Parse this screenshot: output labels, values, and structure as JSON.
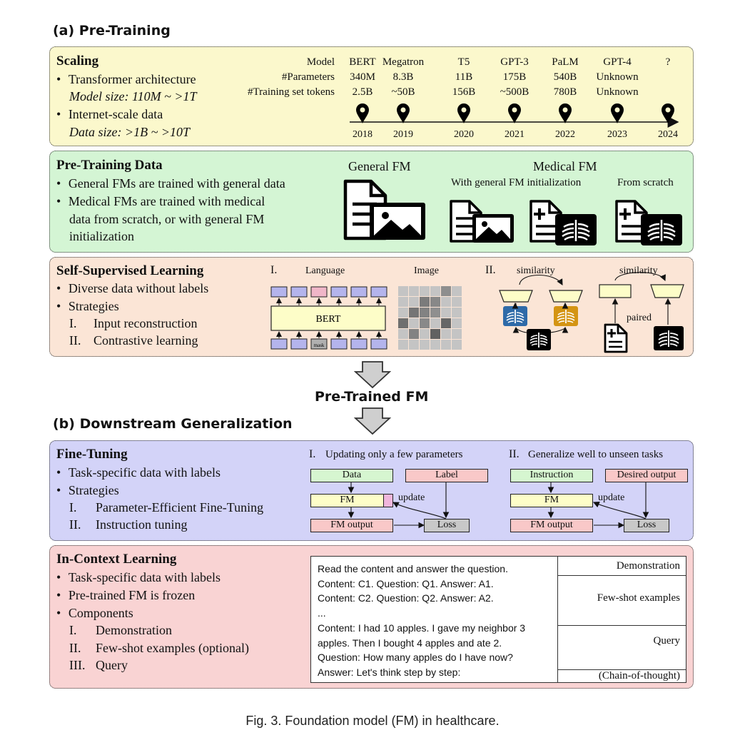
{
  "colors": {
    "yellow_panel": "#fbf8cc",
    "green_panel": "#d4f5d4",
    "orange_panel": "#fbe5d6",
    "blue_panel": "#d3d3f8",
    "pink_panel": "#f9d3d3",
    "token_blue": "#b4b4ec",
    "token_pink": "#f0b6c8",
    "xray_blue": "#2e6aa8",
    "xray_orange": "#d49413"
  },
  "pretraining": {
    "heading": "(a) Pre-Training",
    "scaling": {
      "title": "Scaling",
      "b1": "Transformer architecture",
      "b1_sub": "Model size: 110M ~ >1T",
      "b2": "Internet-scale data",
      "b2_sub": "Data size: >1B ~ >10T",
      "row_labels": [
        "Model",
        "#Parameters",
        "#Training set tokens"
      ],
      "models": [
        {
          "name": "BERT",
          "params": "340M",
          "tokens": "2.5B"
        },
        {
          "name": "Megatron",
          "params": "8.3B",
          "tokens": "~50B"
        },
        {
          "name": "T5",
          "params": "11B",
          "tokens": "156B"
        },
        {
          "name": "GPT-3",
          "params": "175B",
          "tokens": "~500B"
        },
        {
          "name": "PaLM",
          "params": "540B",
          "tokens": "780B"
        },
        {
          "name": "GPT-4",
          "params": "Unknown",
          "tokens": "Unknown"
        },
        {
          "name": "?",
          "params": "",
          "tokens": ""
        }
      ],
      "years": [
        "2018",
        "2019",
        "2020",
        "2021",
        "2022",
        "2023",
        "2024"
      ]
    },
    "data": {
      "title": "Pre-Training Data",
      "b1": "General FMs are trained with general data",
      "b2a": "Medical FMs are trained with medical",
      "b2b": "data from scratch, or with general FM",
      "b2c": "initialization",
      "general_fm": "General FM",
      "medical_fm": "Medical FM",
      "with_init": "With general FM initialization",
      "from_scratch": "From scratch"
    },
    "ssl": {
      "title": "Self-Supervised Learning",
      "b1": "Diverse data without labels",
      "b2": "Strategies",
      "s1_num": "I.",
      "s1": "Input reconstruction",
      "s2_num": "II.",
      "s2": "Contrastive learning",
      "fig_i": "I.",
      "language": "Language",
      "image": "Image",
      "bert": "BERT",
      "mask": "mask",
      "fig_ii": "II.",
      "similarity": "similarity",
      "paired": "paired"
    }
  },
  "pretrained_fm": "Pre-Trained FM",
  "downstream": {
    "heading": "(b) Downstream Generalization",
    "finetuning": {
      "title": "Fine-Tuning",
      "b1": "Task-specific data with labels",
      "b2": "Strategies",
      "s1_num": "I.",
      "s1": "Parameter-Efficient Fine-Tuning",
      "s2_num": "II.",
      "s2": "Instruction tuning",
      "fig1_num": "I.",
      "fig1_title": "Updating only a few parameters",
      "fig2_num": "II.",
      "fig2_title": "Generalize well to unseen tasks",
      "data": "Data",
      "label": "Label",
      "fm": "FM",
      "update": "update",
      "fm_output": "FM output",
      "loss": "Loss",
      "instruction": "Instruction",
      "desired_output": "Desired output"
    },
    "icl": {
      "title": "In-Context Learning",
      "b1": "Task-specific data with labels",
      "b2": "Pre-trained FM is frozen",
      "b3": "Components",
      "c1_num": "I.",
      "c1": "Demonstration",
      "c2_num": "II.",
      "c2": "Few-shot examples (optional)",
      "c3_num": "III.",
      "c3": "Query",
      "prompt_lines": [
        "Read the content and answer the question.",
        "Content: C1. Question: Q1. Answer: A1.",
        "Content: C2. Question: Q2. Answer: A2.",
        "...",
        "Content: I had 10 apples. I gave my neighbor 3",
        "apples. Then I bought 4 apples and ate 2.",
        "Question: How many apples do I have now?",
        "Answer: Let's think step by step:"
      ],
      "tags": [
        "Demonstration",
        "Few-shot examples",
        "Query",
        "(Chain-of-thought)"
      ]
    }
  },
  "caption": "Fig. 3.  Foundation model (FM) in healthcare."
}
